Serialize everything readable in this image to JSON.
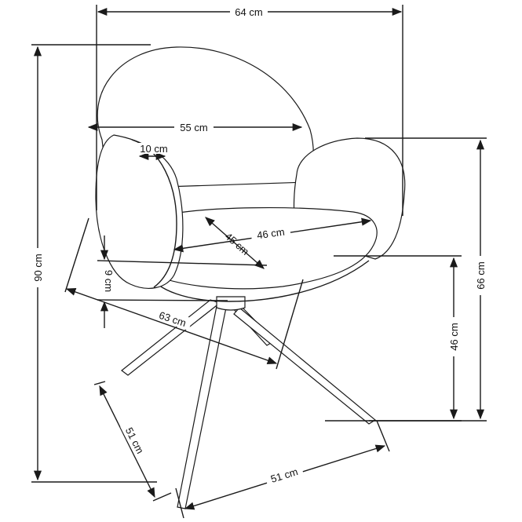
{
  "dimensions": {
    "total_width": "64 cm",
    "seat_back_width": "55 cm",
    "armrest_width": "10 cm",
    "seat_depth": "45 cm",
    "seat_width": "46 cm",
    "armrest_height_above_seat": "9 cm",
    "overall_depth": "63 cm",
    "total_height": "90 cm",
    "armrest_height": "66 cm",
    "seat_height": "46 cm",
    "base_depth": "51 cm",
    "base_width": "51 cm"
  },
  "colors": {
    "line": "#1a1a1a",
    "background": "#ffffff"
  }
}
